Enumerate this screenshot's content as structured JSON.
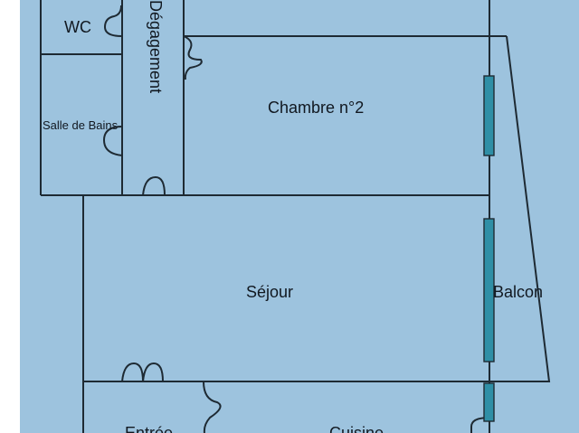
{
  "colors": {
    "page_background": "#ffffff",
    "floor": "#9dc3de",
    "wall": "#1e2a33",
    "window": "#2f8fa6"
  },
  "rooms": {
    "wc": "WC",
    "degagement": "Dégagement",
    "chambre2": "Chambre n°2",
    "salle_de_bains": "Salle de Bains",
    "sejour": "Séjour",
    "balcon": "Balcon",
    "entree": "Entrée",
    "cuisine": "Cuisine"
  }
}
